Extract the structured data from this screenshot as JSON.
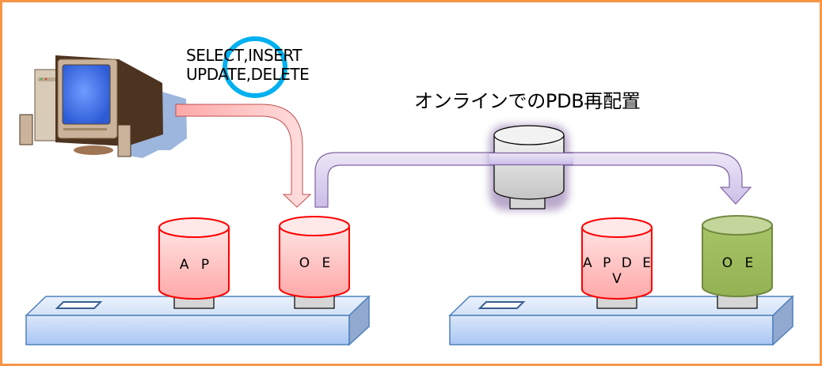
{
  "diagram": {
    "title": "オンラインでのPDB再配置",
    "client": {
      "sql_line_1": "SELECT,INSERT",
      "sql_line_2": "UPDATE,DELETE",
      "highlight": "available-circle"
    },
    "source_server": {
      "pdbs": [
        {
          "label": "A P",
          "state": "active"
        },
        {
          "label": "O E",
          "state": "active"
        }
      ]
    },
    "target_server": {
      "pdbs": [
        {
          "label": "A P D E V",
          "state": "active"
        },
        {
          "label": "O E",
          "state": "relocated"
        }
      ]
    },
    "moving_pdb": {
      "label": ""
    },
    "colors": {
      "frame": "#f79646",
      "active_db_stroke": "#ff0000",
      "active_db_fill": "#ffc8c8",
      "relocated_db_fill": "#9bbb59",
      "relocated_db_stroke": "#71893f",
      "moving_db_glow": "#8064a2",
      "server_fill": "#c6d9f1",
      "server_stroke": "#4f81bd",
      "client_arrow": "#ffc0c0",
      "relocation_arrow": "#d9cfee",
      "circle": "#00b0f0"
    }
  }
}
